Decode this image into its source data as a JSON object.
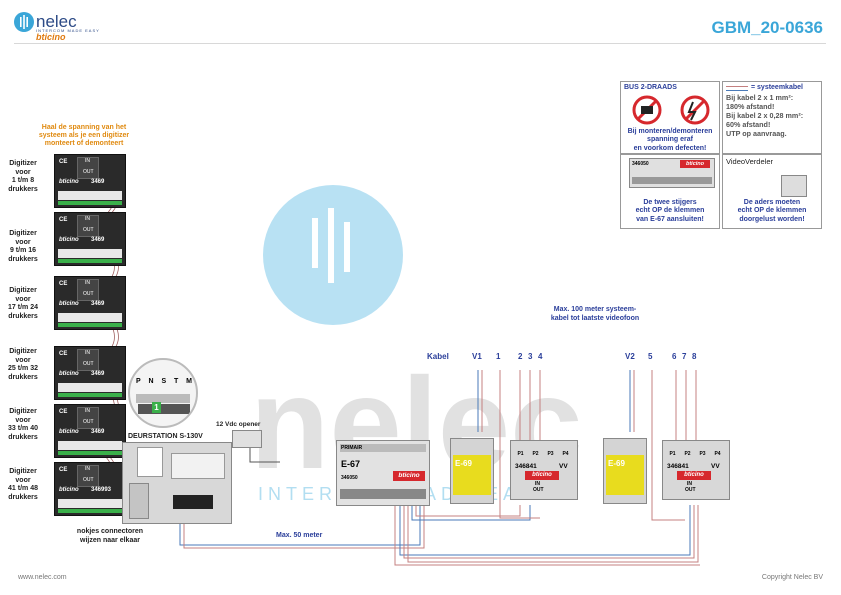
{
  "header": {
    "logo_text": "nelec",
    "logo_tagline": "INTERCOM MADE EASY",
    "logo_brand": "bticino",
    "code": "GBM_20-0636"
  },
  "footer": {
    "website": "www.nelec.com",
    "copyright": "Copyright Nelec BV"
  },
  "watermark": {
    "big": "nelec",
    "tagline": "INTERCOM MADE EASY"
  },
  "left_note": [
    "Haal de spanning van het",
    "systeem als je een digitizer",
    "monteert of demonteert"
  ],
  "digitizers": [
    {
      "label": [
        "Digitizer",
        "voor",
        "1 t/m 8",
        "drukkers"
      ],
      "code": "3469"
    },
    {
      "label": [
        "Digitizer",
        "voor",
        "9 t/m 16",
        "drukkers"
      ],
      "code": "3469"
    },
    {
      "label": [
        "Digitizer",
        "voor",
        "17 t/m 24",
        "drukkers"
      ],
      "code": "3469"
    },
    {
      "label": [
        "Digitizer",
        "voor",
        "25 t/m 32",
        "drukkers"
      ],
      "code": "3469"
    },
    {
      "label": [
        "Digitizer",
        "voor",
        "33 t/m 40",
        "drukkers"
      ],
      "code": "3469"
    },
    {
      "label": [
        "Digitizer",
        "voor",
        "41 t/m 48",
        "drukkers"
      ],
      "code": "346993"
    }
  ],
  "module_labels": {
    "in": "IN",
    "out": "OUT",
    "brand": "bticino"
  },
  "zoom_terminals": [
    "P",
    "N",
    "S",
    "T",
    "M"
  ],
  "zoom_value": "1",
  "deurstation": "DEURSTATION S-130V",
  "opener": "12 Vdc opener",
  "nokjes": [
    "nokjes connectoren",
    "wijzen naar elkaar"
  ],
  "max50": "Max. 50 meter",
  "max100": [
    "Max. 100 meter systeem-",
    "kabel tot laatste videofoon"
  ],
  "kabel": "Kabel",
  "wire_labels_left": [
    "V1",
    "1",
    "2",
    "3",
    "4"
  ],
  "wire_labels_right": [
    "V2",
    "5",
    "6",
    "7",
    "8"
  ],
  "e67": {
    "label": "E-67",
    "primair": "PRIMAIR",
    "code": "346050"
  },
  "e69": {
    "label": "E-69"
  },
  "vd": {
    "code": "346841",
    "vv": "VV",
    "ports": [
      "P1",
      "P2",
      "P3",
      "P4"
    ],
    "in": "IN",
    "out": "OUT"
  },
  "info_bus": {
    "title": "BUS 2-DRAADS",
    "lines": [
      "Bij monteren/demonteren",
      "spanning eraf",
      "en voorkom defecten!"
    ]
  },
  "info_kabel": {
    "title": "= systeemkabel",
    "lines": [
      "Bij kabel 2 x 1 mm²:",
      "180% afstand!",
      "Bij kabel 2 x 0,28 mm²:",
      "60% afstand!",
      "UTP op aanvraag."
    ]
  },
  "info_e67": {
    "code": "346050",
    "lines": [
      "De twee stijgers",
      "echt OP de klemmen",
      "van E-67 aansluiten!"
    ]
  },
  "info_vd": {
    "title": "VideoVerdeler",
    "lines": [
      "De aders moeten",
      "echt OP de klemmen",
      "doorgelust worden!"
    ]
  },
  "colors": {
    "accent_blue": "#3aa6d8",
    "navy": "#2a3e9a",
    "orange": "#e08a10",
    "e69_yellow": "#e8dc1e",
    "red": "#d6282d"
  }
}
